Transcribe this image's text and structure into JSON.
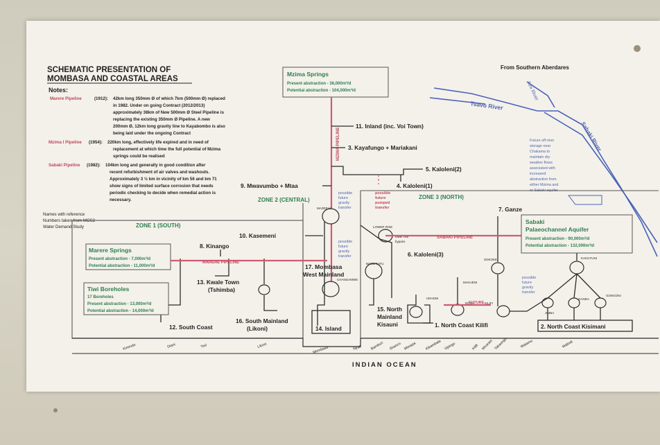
{
  "title_line1": "SCHEMATIC PRESENTATION OF",
  "title_line2": "MOMBASA AND COASTAL AREAS",
  "notes_heading": "Notes:",
  "notes": [
    {
      "label": "Marere Pipeline",
      "year": "(1912):",
      "lines": [
        "42km long 350mm Ø of which 7km (500mm Ø) replaced",
        "in 1982. Under on going Contract (2012/2013)",
        "approximately 38km of New 500mm Ø Steel Pipeline is",
        "replacing the existing 350mm Ø Pipeline. A new",
        "200mm Ø, 12km long gravity line to Kayabombo is also",
        "being laid under the ongoing Contract"
      ]
    },
    {
      "label": "Mzima I Pipeline",
      "year": "(1954):",
      "lines": [
        "220km long, effectively life expired and in need of",
        "replacement at which time the full   potential of Mzima",
        "springs could be realised"
      ]
    },
    {
      "label": "Sabaki Pipeline",
      "year": "(1982):",
      "lines": [
        "104km long and generally in good condition after",
        "recent  refurbishment of air valves and  washouts.",
        "Approximately 3 ½ km in vicinity of km 56 and  km 71",
        "show signs of limited surface  corrosion that needs",
        "periodic checking to  decide when remedial action is",
        "necessary."
      ]
    }
  ],
  "reference_note": [
    "Names with reference",
    "Numbers taken from MCS2",
    "Water Demand Study"
  ],
  "mzima_box": {
    "title": "Mzima Springs",
    "present": "Present abstraction - 36,000m³/d",
    "potential": "Potential abstraction - 104,000m³/d"
  },
  "marere_box": {
    "title": "Marere Springs",
    "present": "Present abstraction - 7,000m³/d",
    "potential": "Potential abstraction - 11,000m³/d"
  },
  "tiwi_box": {
    "title": "Tiwi Boreholes",
    "count": "17 Boreholes",
    "present": "Present abstraction - 13,000m³/d",
    "potential": "Potential abstraction - 14,000m³/d"
  },
  "sabaki_box": {
    "title_line1": "Sabaki",
    "title_line2": "Palaeochannel Aquifer",
    "present": "Present abstraction - 90,000m³/d",
    "potential": "Potential abstraction - 132,000m³/d"
  },
  "from_aberdares": "From Southern Aberdares",
  "rivers": {
    "tsavo": "Tsavo River",
    "athi": "Athi River",
    "sabaki": "Sabaki River"
  },
  "future_storage": [
    "Future off-river",
    "storage near",
    "Chakama to",
    "maintain dry",
    "weather flows",
    "associated with",
    "increased",
    "abstraction from",
    "either Mzima and",
    "or Sabaki aquifer"
  ],
  "zones": {
    "zone1": "ZONE 1 (SOUTH)",
    "zone2": "ZONE 2 (CENTRAL)",
    "zone3": "ZONE 3 (NORTH)"
  },
  "pipelines": {
    "mzima": "MZIMA PIPELINE",
    "marere": "MARERE PIPELINE",
    "sabaki": "SABAKI PIPELINE",
    "future": "FUTURE"
  },
  "demand_areas": {
    "inland": "11. Inland (inc. Voi Town)",
    "kayafungo": "3. Kayafungo + Mariakani",
    "kaloleni2": "5. Kaloleni(2)",
    "kaloleni1": "4. Kaloleni(1)",
    "mwavumbo": "9. Mwavumbo + Mtaa",
    "ganze": "7. Ganze",
    "kasemeni": "10. Kasemeni",
    "kaloleni3": "6. Kaloleni(3)",
    "kinango": "8. Kinango",
    "kwale_1": "13. Kwale Town",
    "kwale_2": "(Tshimba)",
    "mombasa_1": "17. Mombasa",
    "mombasa_2": "West Mainland",
    "north_kisauni_1": "15. North",
    "north_kisauni_2": "Mainland",
    "north_kisauni_3": "Kisauni",
    "south_coast": "12. South Coast",
    "south_mainland_1": "16. South Mainland",
    "south_mainland_2": "(Likoni)",
    "island": "14. Island",
    "north_coast_kilifi": "1. North Coast Kilifi",
    "north_coast_kisimani": "2. North Coast Kisimani"
  },
  "small_labels": {
    "mazeras": "MAZERAS",
    "lower_rise": "LOWER RISE",
    "nguu_tatu": "NGUU TATU",
    "changamwe": "CHANGAMWE",
    "uradni": "URADNI",
    "mavueni": "MAVUENI",
    "sokoke": "SOKOKE",
    "roma": "ROMA",
    "kilifi": "KILIFI",
    "kakuyuni": "KAKUYUNI",
    "jimba": "JIMBA",
    "gongoni": "GONGONI",
    "ganda": "GANDA",
    "baricho_bypass": [
      "lower rise",
      "bypass"
    ]
  },
  "future_transfers": {
    "gravity_central": [
      "possible",
      "future",
      "gravity",
      "transfer"
    ],
    "pumped": [
      "possible",
      "future",
      "pumped",
      "transfer"
    ],
    "gravity_mid": [
      "possible",
      "future",
      "gravity",
      "transfer"
    ],
    "gravity_north": [
      "possible",
      "future",
      "gravity",
      "transfer"
    ]
  },
  "coast_places": [
    "Kinondo",
    "Diani",
    "Tiwi",
    "Likoni",
    "Mombasa",
    "Nyali",
    "Bamburi",
    "Shanzu",
    "Mtwapa",
    "Kikambala",
    "Vipingo",
    "Kilifi",
    "Mnarani",
    "Takaungu",
    "Watamu",
    "Malindi"
  ],
  "indian_ocean": "INDIAN  OCEAN",
  "colors": {
    "pipeline": "#d05a72",
    "river": "#4a62b8",
    "source_title": "#2e7d4f",
    "paper": "#f3f1ea",
    "wall": "#d4d0c2"
  }
}
